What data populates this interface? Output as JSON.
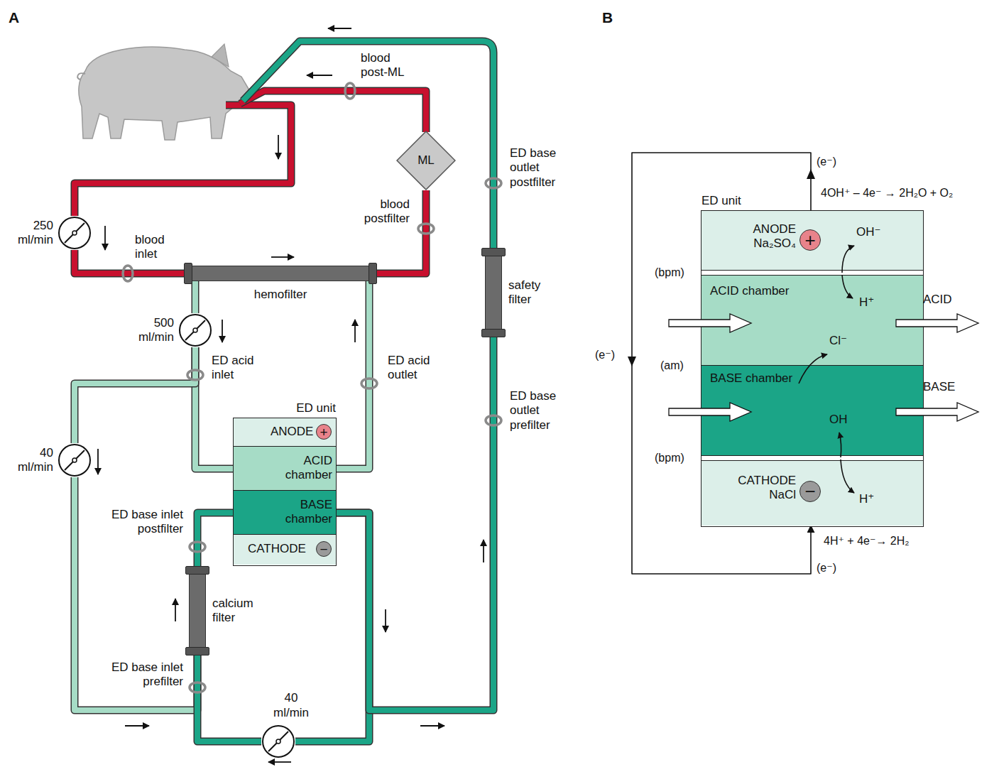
{
  "diagram": {
    "nodes": [
      {
        "text": [
          "ML"
        ]
      },
      {
        "text": [
          "250 ml/min"
        ]
      },
      {
        "text": [
          "hemofilter"
        ]
      },
      {
        "text": [
          "500 ml/min"
        ]
      },
      {
        "text": [
          "safety filter"
        ]
      },
      {
        "text": [
          "40 ml/min"
        ]
      },
      {
        "text": [
          "ED unit"
        ]
      },
      {
        "text": [
          "ANODE",
          "+"
        ],
        "in": 6
      },
      {
        "text": [
          "ACID chamber"
        ],
        "in": 6
      },
      {
        "text": [
          "BASE chamber"
        ],
        "in": 6
      },
      {
        "text": [
          "CATHODE",
          "−"
        ],
        "in": 6
      },
      {
        "text": [
          "calcium filter"
        ]
      },
      {
        "text": [
          "40 ml/min"
        ]
      },
      {
        "text": [
          "ED unit"
        ]
      },
      {
        "text": [
          "ANODE Na₂SO₄",
          "+",
          "OH⁻"
        ],
        "in": 13
      },
      {
        "text": [
          "ACID chamber",
          "H⁺",
          "Cl⁻"
        ],
        "in": 13
      },
      {
        "text": [
          "BASE chamber",
          "OH"
        ],
        "in": 13
      },
      {
        "text": [
          "CATHODE NaCl",
          "−",
          "H⁺"
        ],
        "in": 13
      }
    ],
    "edges": [
      {
        "from": 1,
        "to": 2,
        "arrow": "none"
      },
      {
        "from": 2,
        "to": 0,
        "arrow": "none"
      },
      {
        "from": 2,
        "to": 3,
        "arrow": "none"
      },
      {
        "from": 3,
        "to": 8,
        "arrow": "none"
      },
      {
        "from": 8,
        "to": 2,
        "arrow": "none"
      },
      {
        "from": 3,
        "to": 5,
        "arrow": "none"
      },
      {
        "from": 5,
        "to": 11,
        "arrow": "none"
      },
      {
        "from": 11,
        "to": 9,
        "arrow": "none"
      },
      {
        "from": 9,
        "to": 12,
        "arrow": "none"
      },
      {
        "from": 12,
        "to": 11,
        "arrow": "none"
      },
      {
        "from": 9,
        "to": 4,
        "arrow": "none"
      },
      {
        "from": 14,
        "to": 17,
        "arrow": "to"
      }
    ],
    "labels": [
      "A",
      "B",
      "blood post-ML",
      "blood postfilter",
      "blood inlet",
      "ED acid inlet",
      "ED acid outlet",
      "ED base outlet postfilter",
      "ED base outlet prefilter",
      "ED base inlet postfilter",
      "ED base inlet prefilter",
      "(e⁻)",
      "4OH⁺ – 4e⁻ → 2H₂O + O₂",
      "(bpm)",
      "(am)",
      "(bpm)",
      "ACID",
      "BASE",
      "(e⁻)",
      "(e⁻)",
      "4H⁺ + 4e⁻→ 2H₂"
    ]
  }
}
